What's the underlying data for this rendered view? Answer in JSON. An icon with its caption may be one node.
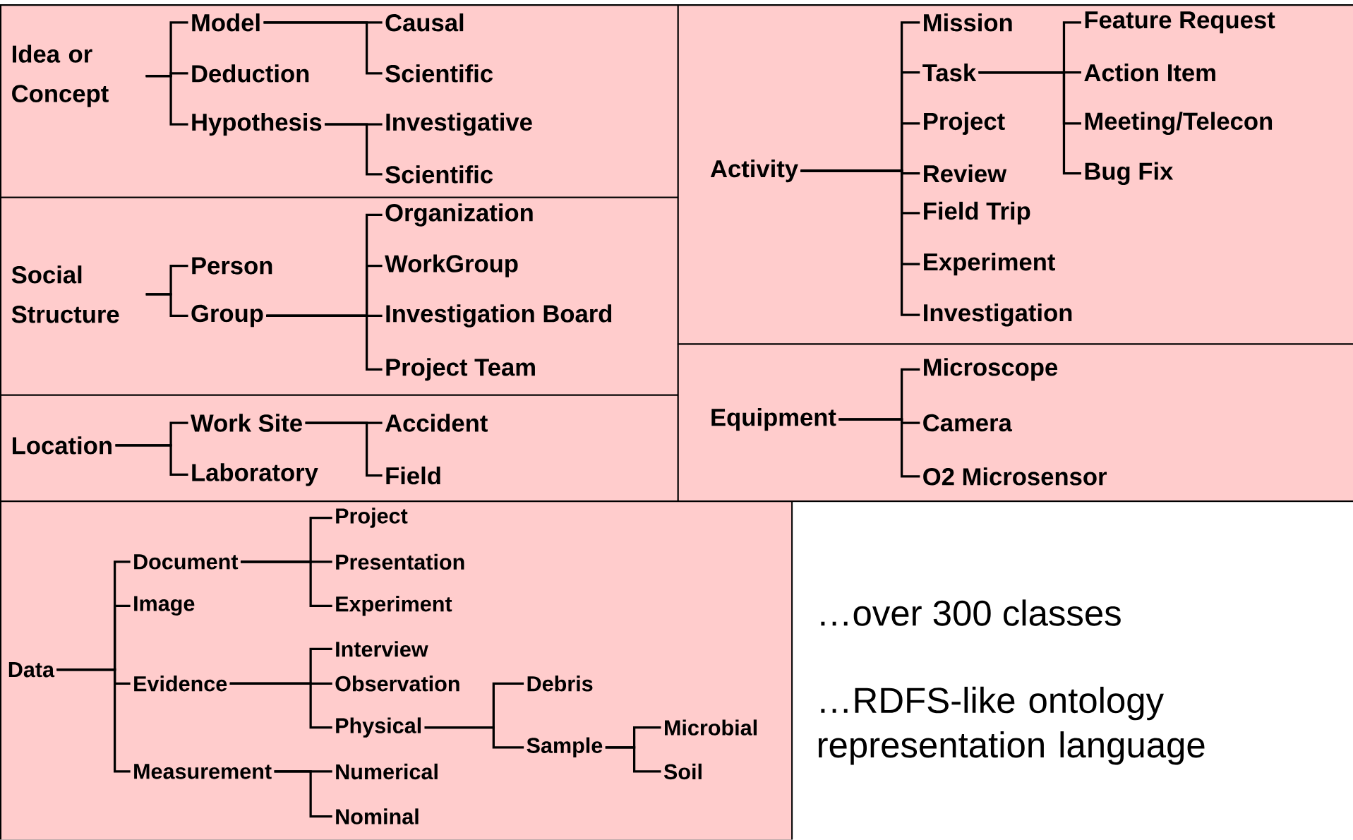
{
  "diagram": {
    "nodes": [
      {
        "text": [],
        "shape": "box"
      },
      {
        "text": [
          "Idea or Concept"
        ],
        "in": 0
      },
      {
        "text": [
          "Model"
        ],
        "in": 0
      },
      {
        "text": [
          "Deduction"
        ],
        "in": 0
      },
      {
        "text": [
          "Hypothesis"
        ],
        "in": 0
      },
      {
        "text": [
          "Causal"
        ],
        "in": 0
      },
      {
        "text": [
          "Scientific"
        ],
        "in": 0
      },
      {
        "text": [
          "Investigative"
        ],
        "in": 0
      },
      {
        "text": [
          "Scientific"
        ],
        "in": 0
      },
      {
        "text": [],
        "shape": "box"
      },
      {
        "text": [
          "Social Structure"
        ],
        "in": 9
      },
      {
        "text": [
          "Person"
        ],
        "in": 9
      },
      {
        "text": [
          "Group"
        ],
        "in": 9
      },
      {
        "text": [
          "Organization"
        ],
        "in": 9
      },
      {
        "text": [
          "WorkGroup"
        ],
        "in": 9
      },
      {
        "text": [
          "Investigation Board"
        ],
        "in": 9
      },
      {
        "text": [
          "Project Team"
        ],
        "in": 9
      },
      {
        "text": [],
        "shape": "box"
      },
      {
        "text": [
          "Location"
        ],
        "in": 17
      },
      {
        "text": [
          "Work Site"
        ],
        "in": 17
      },
      {
        "text": [
          "Laboratory"
        ],
        "in": 17
      },
      {
        "text": [
          "Accident"
        ],
        "in": 17
      },
      {
        "text": [
          "Field"
        ],
        "in": 17
      },
      {
        "text": [],
        "shape": "box"
      },
      {
        "text": [
          "Activity"
        ],
        "in": 23
      },
      {
        "text": [
          "Mission"
        ],
        "in": 23
      },
      {
        "text": [
          "Task"
        ],
        "in": 23
      },
      {
        "text": [
          "Project"
        ],
        "in": 23
      },
      {
        "text": [
          "Review"
        ],
        "in": 23
      },
      {
        "text": [
          "Field Trip"
        ],
        "in": 23
      },
      {
        "text": [
          "Experiment"
        ],
        "in": 23
      },
      {
        "text": [
          "Investigation"
        ],
        "in": 23
      },
      {
        "text": [
          "Feature Request"
        ],
        "in": 23
      },
      {
        "text": [
          "Action Item"
        ],
        "in": 23
      },
      {
        "text": [
          "Meeting/Telecon"
        ],
        "in": 23
      },
      {
        "text": [
          "Bug Fix"
        ],
        "in": 23
      },
      {
        "text": [],
        "shape": "box"
      },
      {
        "text": [
          "Equipment"
        ],
        "in": 36
      },
      {
        "text": [
          "Microscope"
        ],
        "in": 36
      },
      {
        "text": [
          "Camera"
        ],
        "in": 36
      },
      {
        "text": [
          "O2 Microsensor"
        ],
        "in": 36
      },
      {
        "text": [],
        "shape": "box"
      },
      {
        "text": [
          "Data"
        ],
        "in": 41
      },
      {
        "text": [
          "Document"
        ],
        "in": 41
      },
      {
        "text": [
          "Image"
        ],
        "in": 41
      },
      {
        "text": [
          "Evidence"
        ],
        "in": 41
      },
      {
        "text": [
          "Measurement"
        ],
        "in": 41
      },
      {
        "text": [
          "Project"
        ],
        "in": 41
      },
      {
        "text": [
          "Presentation"
        ],
        "in": 41
      },
      {
        "text": [
          "Experiment"
        ],
        "in": 41
      },
      {
        "text": [
          "Interview"
        ],
        "in": 41
      },
      {
        "text": [
          "Observation"
        ],
        "in": 41
      },
      {
        "text": [
          "Physical"
        ],
        "in": 41
      },
      {
        "text": [
          "Numerical"
        ],
        "in": 41
      },
      {
        "text": [
          "Nominal"
        ],
        "in": 41
      },
      {
        "text": [
          "Debris"
        ],
        "in": 41
      },
      {
        "text": [
          "Sample"
        ],
        "in": 41
      },
      {
        "text": [
          "Microbial"
        ],
        "in": 41
      },
      {
        "text": [
          "Soil"
        ],
        "in": 41
      }
    ],
    "edges": [
      {
        "from": 1,
        "to": 2,
        "arrow": "none"
      },
      {
        "from": 1,
        "to": 3,
        "arrow": "none"
      },
      {
        "from": 1,
        "to": 4,
        "arrow": "none"
      },
      {
        "from": 2,
        "to": 5,
        "arrow": "none"
      },
      {
        "from": 2,
        "to": 6,
        "arrow": "none"
      },
      {
        "from": 4,
        "to": 7,
        "arrow": "none"
      },
      {
        "from": 4,
        "to": 8,
        "arrow": "none"
      },
      {
        "from": 10,
        "to": 11,
        "arrow": "none"
      },
      {
        "from": 10,
        "to": 12,
        "arrow": "none"
      },
      {
        "from": 12,
        "to": 13,
        "arrow": "none"
      },
      {
        "from": 12,
        "to": 14,
        "arrow": "none"
      },
      {
        "from": 12,
        "to": 15,
        "arrow": "none"
      },
      {
        "from": 12,
        "to": 16,
        "arrow": "none"
      },
      {
        "from": 18,
        "to": 19,
        "arrow": "none"
      },
      {
        "from": 18,
        "to": 20,
        "arrow": "none"
      },
      {
        "from": 19,
        "to": 21,
        "arrow": "none"
      },
      {
        "from": 19,
        "to": 22,
        "arrow": "none"
      },
      {
        "from": 24,
        "to": 25,
        "arrow": "none"
      },
      {
        "from": 24,
        "to": 26,
        "arrow": "none"
      },
      {
        "from": 24,
        "to": 27,
        "arrow": "none"
      },
      {
        "from": 24,
        "to": 28,
        "arrow": "none"
      },
      {
        "from": 24,
        "to": 29,
        "arrow": "none"
      },
      {
        "from": 24,
        "to": 30,
        "arrow": "none"
      },
      {
        "from": 24,
        "to": 31,
        "arrow": "none"
      },
      {
        "from": 26,
        "to": 32,
        "arrow": "none"
      },
      {
        "from": 26,
        "to": 33,
        "arrow": "none"
      },
      {
        "from": 26,
        "to": 34,
        "arrow": "none"
      },
      {
        "from": 26,
        "to": 35,
        "arrow": "none"
      },
      {
        "from": 37,
        "to": 38,
        "arrow": "none"
      },
      {
        "from": 37,
        "to": 39,
        "arrow": "none"
      },
      {
        "from": 37,
        "to": 40,
        "arrow": "none"
      },
      {
        "from": 42,
        "to": 43,
        "arrow": "none"
      },
      {
        "from": 42,
        "to": 44,
        "arrow": "none"
      },
      {
        "from": 42,
        "to": 45,
        "arrow": "none"
      },
      {
        "from": 42,
        "to": 46,
        "arrow": "none"
      },
      {
        "from": 43,
        "to": 47,
        "arrow": "none"
      },
      {
        "from": 43,
        "to": 48,
        "arrow": "none"
      },
      {
        "from": 43,
        "to": 49,
        "arrow": "none"
      },
      {
        "from": 45,
        "to": 50,
        "arrow": "none"
      },
      {
        "from": 45,
        "to": 51,
        "arrow": "none"
      },
      {
        "from": 45,
        "to": 52,
        "arrow": "none"
      },
      {
        "from": 46,
        "to": 53,
        "arrow": "none"
      },
      {
        "from": 46,
        "to": 54,
        "arrow": "none"
      },
      {
        "from": 52,
        "to": 55,
        "arrow": "none"
      },
      {
        "from": 52,
        "to": 56,
        "arrow": "none"
      },
      {
        "from": 56,
        "to": 57,
        "arrow": "none"
      },
      {
        "from": 56,
        "to": 58,
        "arrow": "none"
      }
    ],
    "labels": [
      "…over 300 classes",
      "…RDFS-like ontology representation language"
    ]
  }
}
